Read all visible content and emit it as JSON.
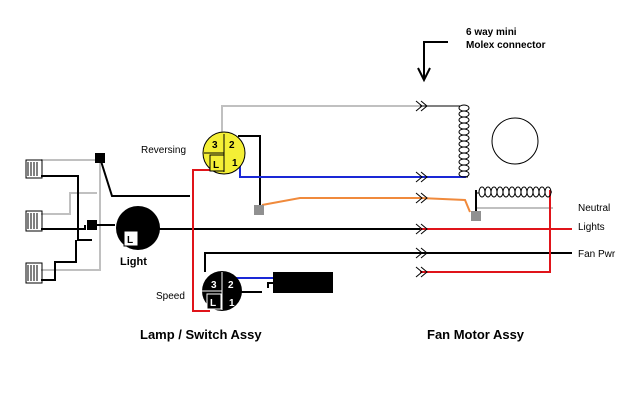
{
  "diagram": {
    "connector_note_line1": "6 way  mini",
    "connector_note_line2": "Molex connector",
    "reversing_label": "Reversing",
    "reversing_switch": {
      "pin3": "3",
      "pin2": "2",
      "pinL": "L",
      "pin1": "1"
    },
    "light_label": "Light",
    "light_pin": "L",
    "speed_label": "Speed",
    "speed_switch": {
      "pin3": "3",
      "pin2": "2",
      "pinL": "L",
      "pin1": "1"
    },
    "neutral_label": "Neutral",
    "lights_label": "Lights",
    "fan_pwr_label": "Fan Pwr",
    "lamp_switch_assy": "Lamp / Switch Assy",
    "fan_motor_assy": "Fan Motor Assy"
  },
  "colors": {
    "black_wire": "#000000",
    "white_wire": "#c0c0c0",
    "red_wire": "#e0141a",
    "blue_wire": "#1a28d6",
    "orange_wire": "#f08a3c",
    "reversing_switch_fill": "#f4ef36",
    "junction_grey": "#909090"
  }
}
